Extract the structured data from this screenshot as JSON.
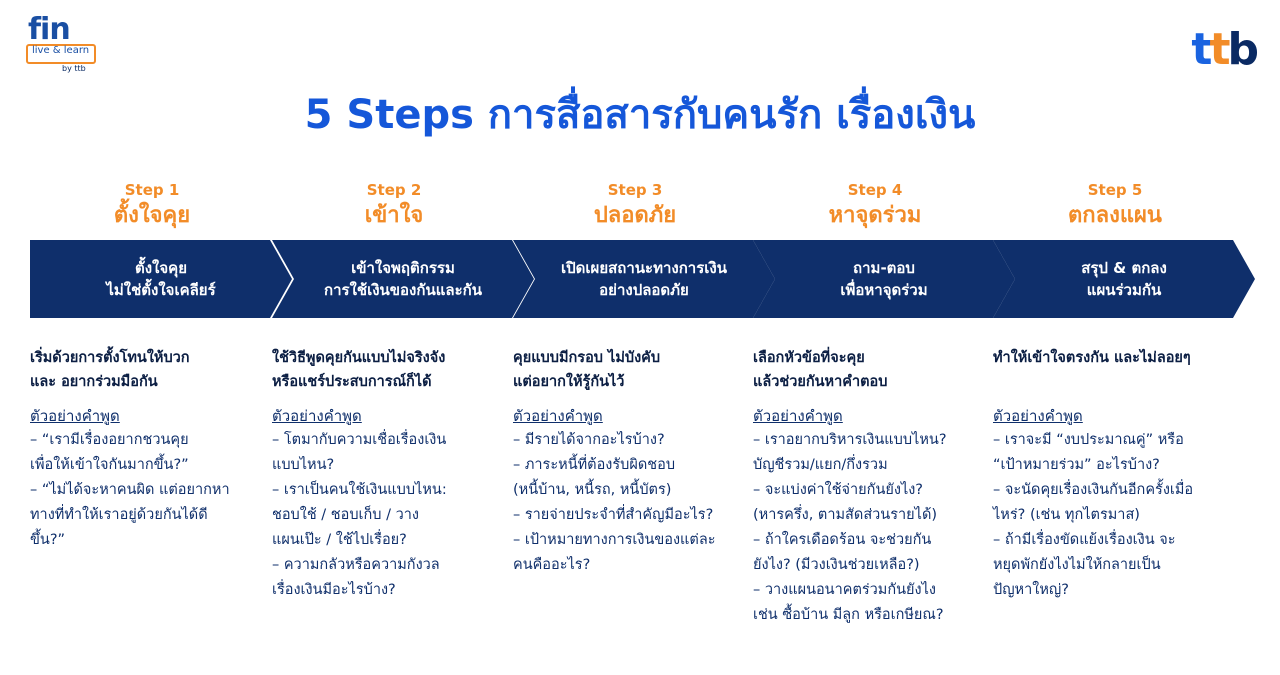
{
  "logo": {
    "fin": "fin",
    "tagline": "live & learn",
    "byline": "by ttb",
    "brand": "ttb",
    "colors": {
      "blue": "#1a63e0",
      "orange": "#f28c28",
      "navy": "#0a2a63"
    }
  },
  "title": "5 Steps การสื่อสารกับคนรัก เรื่องเงิน",
  "example_heading": "ตัวอย่างคำพูด",
  "steps": [
    {
      "label": "Step 1",
      "title": "ตั้งใจคุย",
      "banner": "ตั้งใจคุย\nไม่ใช่ตั้งใจเคลียร์",
      "summary": "เริ่มด้วยการตั้งโทนให้บวก\nและ อยากร่วมมือกัน",
      "examples": [
        "– “เรามีเรื่องอยากชวนคุย\nเพื่อให้เข้าใจกันมากขึ้น?”",
        "– “ไม่ได้จะหาคนผิด แต่อยากหา\nทางที่ทำให้เราอยู่ด้วยกันได้ดี\nขึ้น?”"
      ]
    },
    {
      "label": "Step 2",
      "title": "เข้าใจ",
      "banner": "เข้าใจพฤติกรรม\nการใช้เงินของกันและกัน",
      "summary": "ใช้วิธีพูดคุยกันแบบไม่จริงจัง\nหรือแชร์ประสบการณ์ก็ได้",
      "examples": [
        "– โตมากับความเชื่อเรื่องเงิน\nแบบไหน?",
        "– เราเป็นคนใช้เงินแบบไหน:\nชอบใช้ / ชอบเก็บ / วาง\nแผนเป๊ะ / ใช้ไปเรื่อย?",
        "– ความกลัวหรือความกังวล\nเรื่องเงินมีอะไรบ้าง?"
      ]
    },
    {
      "label": "Step 3",
      "title": "ปลอดภัย",
      "banner": "เปิดเผยสถานะทางการเงิน\nอย่างปลอดภัย",
      "summary": "คุยแบบมีกรอบ ไม่บังคับ\nแต่อยากให้รู้กันไว้",
      "examples": [
        "– มีรายได้จากอะไรบ้าง?",
        "– ภาระหนี้ที่ต้องรับผิดชอบ\n(หนี้บ้าน, หนี้รถ, หนี้บัตร)",
        "– รายจ่ายประจำที่สำคัญมีอะไร?",
        "– เป้าหมายทางการเงินของแต่ละ\nคนคืออะไร?"
      ]
    },
    {
      "label": "Step 4",
      "title": "หาจุดร่วม",
      "banner": "ถาม-ตอบ\nเพื่อหาจุดร่วม",
      "summary": "เลือกหัวข้อที่จะคุย\nแล้วช่วยกันหาคำตอบ",
      "examples": [
        "– เราอยากบริหารเงินแบบไหน?\nบัญชีรวม/แยก/กึ่งรวม",
        "– จะแบ่งค่าใช้จ่ายกันยังไง?\n(หารครึ่ง, ตามสัดส่วนรายได้)",
        "– ถ้าใครเดือดร้อน จะช่วยกัน\nยังไง? (มีวงเงินช่วยเหลือ?)",
        "– วางแผนอนาคตร่วมกันยังไง\nเช่น ซื้อบ้าน มีลูก หรือเกษียณ?"
      ]
    },
    {
      "label": "Step 5",
      "title": "ตกลงแผน",
      "banner": "สรุป & ตกลง\nแผนร่วมกัน",
      "summary": "ทำให้เข้าใจตรงกัน และไม่ลอยๆ",
      "examples": [
        "– เราจะมี “งบประมาณคู่” หรือ\n“เป้าหมายร่วม” อะไรบ้าง?",
        "– จะนัดคุยเรื่องเงินกันอีกครั้งเมื่อ\nไหร่? (เช่น ทุกไตรมาส)",
        "– ถ้ามีเรื่องขัดแย้งเรื่องเงิน จะ\nหยุดพักยังไงไม่ให้กลายเป็น\nปัญหาใหญ่?"
      ]
    }
  ]
}
